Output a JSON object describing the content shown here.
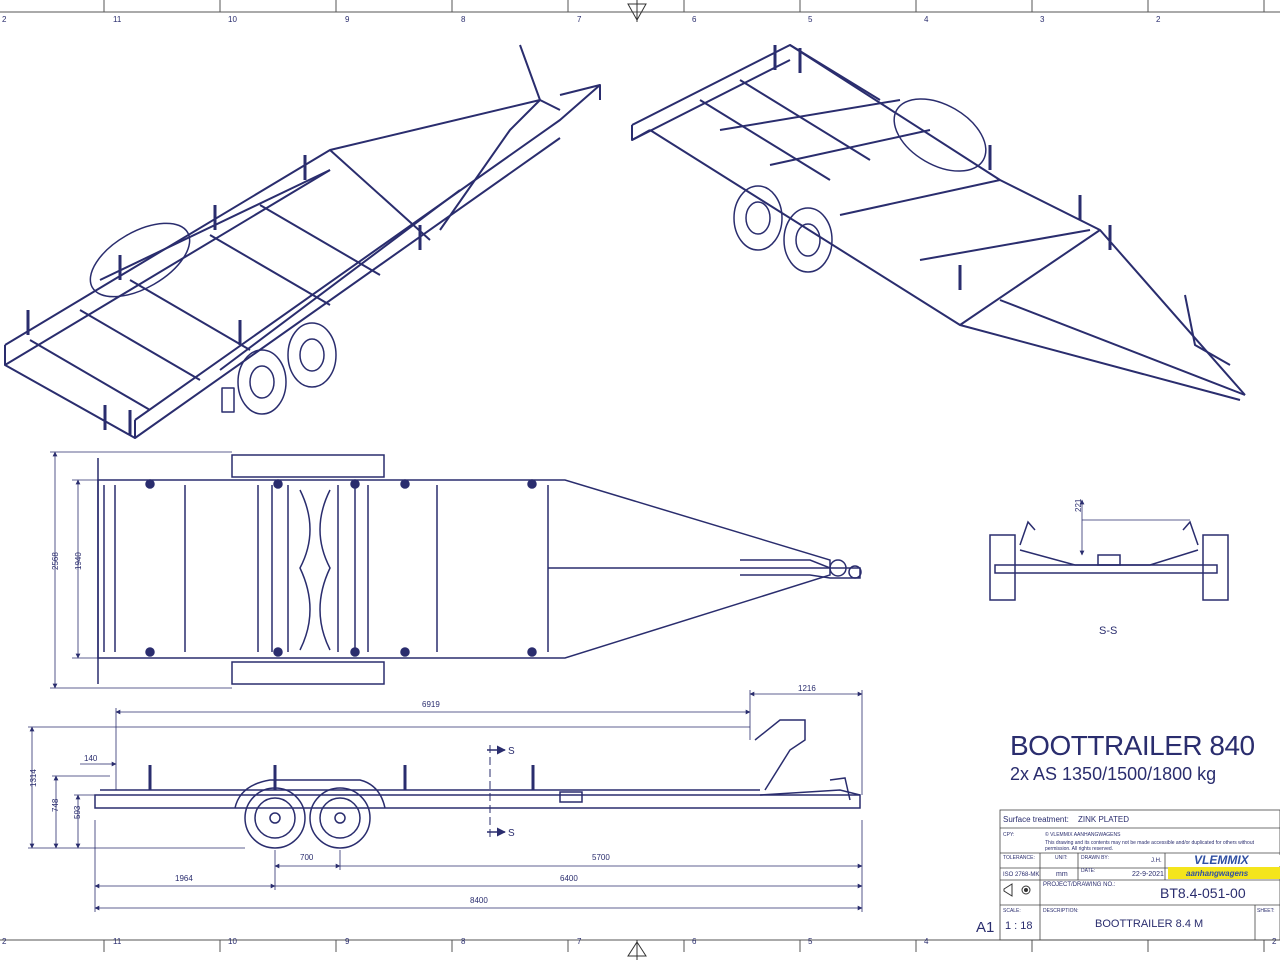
{
  "border": {
    "top_numbers": [
      "11",
      "10",
      "9",
      "8",
      "7",
      "6",
      "5",
      "4",
      "3",
      "2"
    ],
    "bottom_numbers": [
      "2",
      "11",
      "10",
      "9",
      "8",
      "7",
      "6",
      "5",
      "4",
      "2"
    ],
    "left_top": "2",
    "left_bottom": "2"
  },
  "title": {
    "main": "BOOTTRAILER 840",
    "sub": "2x AS 1350/1500/1800 kg"
  },
  "dimensions": {
    "top_width": "2568",
    "top_inner": "1940",
    "height_1314": "1314",
    "height_748": "748",
    "height_593": "593",
    "d140": "140",
    "d6919": "6919",
    "d1216": "1216",
    "d700": "700",
    "d5700": "5700",
    "d1964": "1964",
    "d6400": "6400",
    "d8400": "8400",
    "d221": "221"
  },
  "section": {
    "label": "S-S",
    "marker": "S"
  },
  "titleblock": {
    "surface_label": "Surface treatment:",
    "surface_value": "ZINK PLATED",
    "copy_label": "CPY:",
    "copy_owner": "© VLEMMIX AANHANGWAGENS",
    "copy_text_1": "This drawing and its contents may not be made accessible and/or duplicated for others without",
    "copy_text_2": "permission. All rights reserved.",
    "tolerance_label": "TOLERANCE:",
    "tolerance_value": "ISO 2768-MK",
    "unit_label": "UNIT:",
    "unit_value": "mm",
    "drawn_label": "DRAWN BY:",
    "drawn_value": "J.H.",
    "date_label": "DATE:",
    "date_value": "22-9-2021",
    "brand_name": "VLEMMIX",
    "brand_sub": "aanhangwagens",
    "project_label": "PROJECT/DRAWING NO.:",
    "project_value": "BT8.4-051-00",
    "scale_label": "SCALE:",
    "scale_value": "1 : 18",
    "desc_label": "DESCRIPTION:",
    "desc_value": "BOOTTRAILER 8.4 M",
    "sheet_label": "SHEET:",
    "format": "A1"
  },
  "colors": {
    "line": "#2a2d6e",
    "brand_blue": "#2f4fa3",
    "brand_yellow": "#f4e51c"
  }
}
